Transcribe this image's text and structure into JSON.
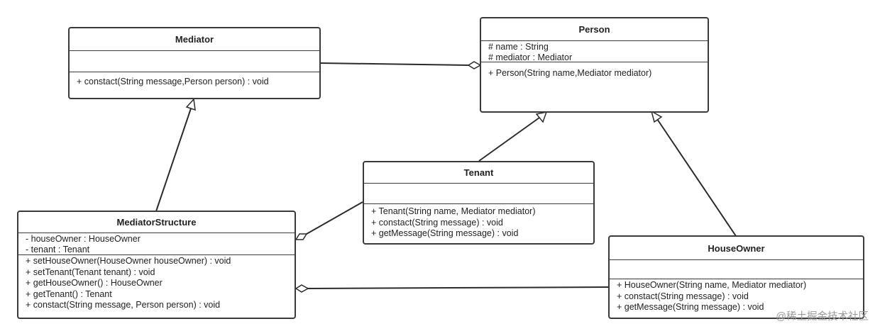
{
  "classes": {
    "mediator": {
      "name": "Mediator",
      "attributes": [],
      "operations": [
        "+ constact(String message,Person person) : void"
      ]
    },
    "person": {
      "name": "Person",
      "attributes": [
        "# name : String",
        "# mediator : Mediator"
      ],
      "operations": [
        "+ Person(String name,Mediator mediator)"
      ]
    },
    "tenant": {
      "name": "Tenant",
      "attributes": [],
      "operations": [
        "+ Tenant(String name, Mediator mediator)",
        "+ constact(String message) : void",
        "+ getMessage(String message) : void"
      ]
    },
    "mediator_structure": {
      "name": "MediatorStructure",
      "attributes": [
        "- houseOwner : HouseOwner",
        "- tenant : Tenant"
      ],
      "operations": [
        "+ setHouseOwner(HouseOwner houseOwner) : void",
        "+ setTenant(Tenant tenant) : void",
        "+ getHouseOwner() : HouseOwner",
        "+ getTenant() : Tenant",
        "+ constact(String message, Person person) : void"
      ]
    },
    "house_owner": {
      "name": "HouseOwner",
      "attributes": [],
      "operations": [
        "+ HouseOwner(String name, Mediator mediator)",
        "+ constact(String message) : void",
        "+ getMessage(String message) : void"
      ]
    }
  },
  "relations": [
    {
      "type": "aggregation",
      "from": "Person",
      "to": "Mediator"
    },
    {
      "type": "generalization",
      "from": "MediatorStructure",
      "to": "Mediator"
    },
    {
      "type": "generalization",
      "from": "Tenant",
      "to": "Person"
    },
    {
      "type": "generalization",
      "from": "HouseOwner",
      "to": "Person"
    },
    {
      "type": "aggregation",
      "from": "MediatorStructure",
      "to": "Tenant"
    },
    {
      "type": "aggregation",
      "from": "MediatorStructure",
      "to": "HouseOwner"
    }
  ],
  "watermark": "@稀土掘金技术社区"
}
